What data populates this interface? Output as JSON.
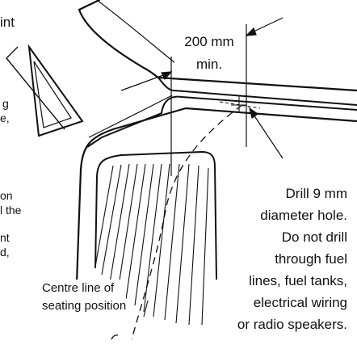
{
  "top_fragment": "int",
  "left_fragments": [
    "g",
    "e,",
    "on",
    "l the",
    "nt",
    "d,"
  ],
  "dimension": {
    "line1": "200 mm",
    "line2": "min."
  },
  "drill_note": [
    "Drill 9 mm",
    "diameter hole.",
    "Do not drill",
    "through fuel",
    "lines, fuel tanks,",
    "electrical wiring",
    "or radio speakers."
  ],
  "centre_line": {
    "line1": "Centre line of",
    "line2": "seating position"
  }
}
